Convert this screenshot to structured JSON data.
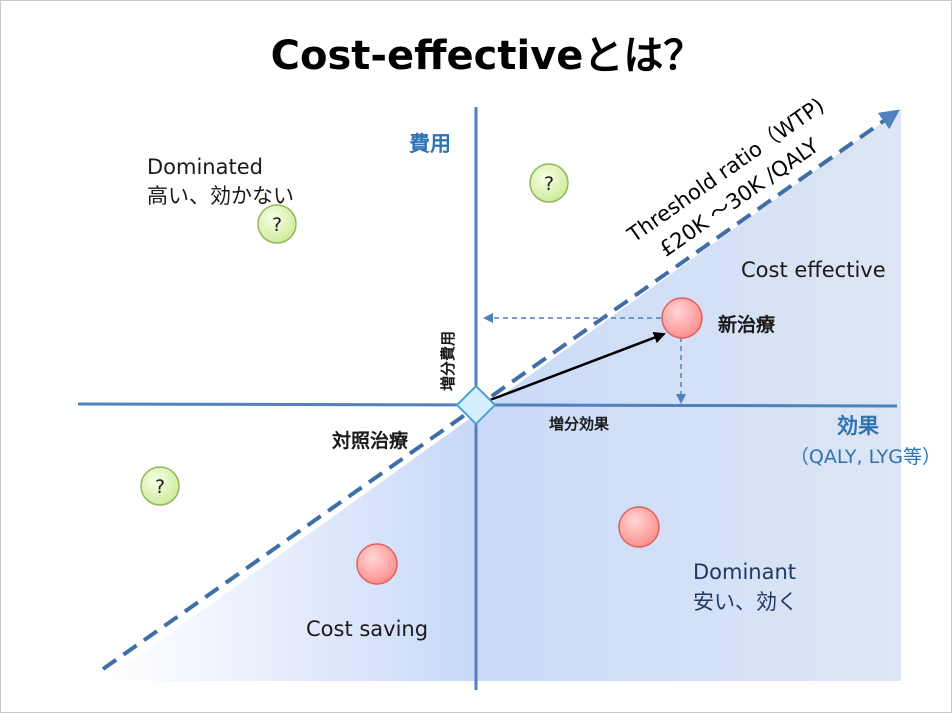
{
  "title": "Cost-effectiveとは？",
  "axes": {
    "y_label": "費用",
    "x_label": "効果",
    "x_sublabel": "（QALY, LYG等）",
    "incremental_cost": "増分費用",
    "incremental_effect": "増分効果"
  },
  "threshold": {
    "line1": "Threshold ratio（WTP)",
    "line2": "£20K ～30K /QALY"
  },
  "quadrants": {
    "dominated_title": "Dominated",
    "dominated_sub": "高い、効かない",
    "cost_effective": "Cost effective",
    "cost_saving": "Cost saving",
    "dominant_title": "Dominant",
    "dominant_sub": "安い、効く"
  },
  "points": {
    "new_treatment": "新治療",
    "comparator": "対照治療",
    "unknown_mark": "?"
  },
  "colors": {
    "axis_blue": "#4f81bd",
    "label_blue": "#2e74b5",
    "region_fill": "#c5d6f5",
    "red_point": "#ff9a9a",
    "green_point": "#e2f5b8",
    "comparator_diamond": "#cfefff"
  }
}
